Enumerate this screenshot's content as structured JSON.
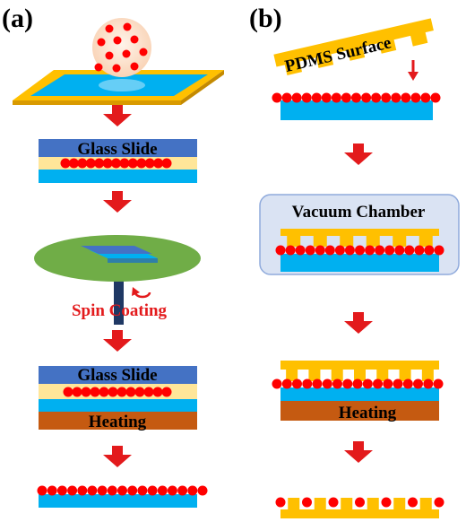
{
  "panels": {
    "a": {
      "label": "(a)"
    },
    "b": {
      "label": "(b)"
    }
  },
  "labels": {
    "glass_slide_1": "Glass Slide",
    "spin_coating": "Spin Coating",
    "glass_slide_2": "Glass Slide",
    "heating_a": "Heating",
    "pdms_surface": "PDMS Surface",
    "vacuum_chamber": "Vacuum Chamber",
    "heating_b": "Heating"
  },
  "colors": {
    "substrate_blue": "#00b0f0",
    "glass_blue": "#4472c4",
    "pdms_yellow": "#ffc000",
    "film_yellow": "#ffe699",
    "particle_red": "#ff0000",
    "arrow_red": "#e31a1c",
    "heater_brown": "#c55a11",
    "disc_green": "#70ad47",
    "chamber_fill": "#dae3f3",
    "droplet_fill": "#fbe5d6"
  }
}
